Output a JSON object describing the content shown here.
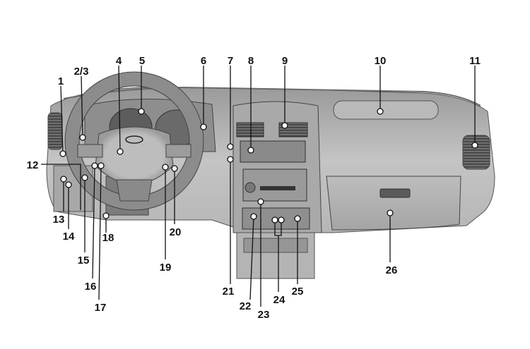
{
  "callouts": [
    {
      "id": "1",
      "label": "1"
    },
    {
      "id": "2_3",
      "label": "2/3"
    },
    {
      "id": "4",
      "label": "4"
    },
    {
      "id": "5",
      "label": "5"
    },
    {
      "id": "6",
      "label": "6"
    },
    {
      "id": "7",
      "label": "7"
    },
    {
      "id": "8",
      "label": "8"
    },
    {
      "id": "9",
      "label": "9"
    },
    {
      "id": "10",
      "label": "10"
    },
    {
      "id": "11",
      "label": "11"
    },
    {
      "id": "12",
      "label": "12"
    },
    {
      "id": "13",
      "label": "13"
    },
    {
      "id": "14",
      "label": "14"
    },
    {
      "id": "15",
      "label": "15"
    },
    {
      "id": "16",
      "label": "16"
    },
    {
      "id": "17",
      "label": "17"
    },
    {
      "id": "18",
      "label": "18"
    },
    {
      "id": "19",
      "label": "19"
    },
    {
      "id": "20",
      "label": "20"
    },
    {
      "id": "21",
      "label": "21"
    },
    {
      "id": "22",
      "label": "22"
    },
    {
      "id": "23",
      "label": "23"
    },
    {
      "id": "24",
      "label": "24"
    },
    {
      "id": "25",
      "label": "25"
    },
    {
      "id": "26",
      "label": "26"
    }
  ]
}
